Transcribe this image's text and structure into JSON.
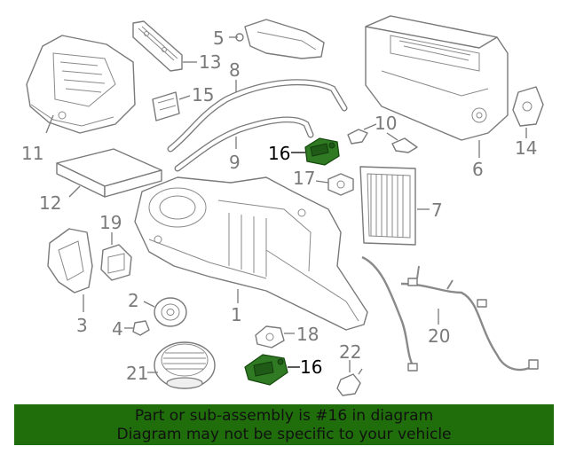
{
  "callouts": {
    "c1": "1",
    "c2": "2",
    "c3": "3",
    "c4": "4",
    "c5": "5",
    "c6": "6",
    "c7": "7",
    "c8": "8",
    "c9": "9",
    "c10": "10",
    "c11": "11",
    "c12": "12",
    "c13": "13",
    "c14": "14",
    "c15": "15",
    "c16a": "16",
    "c16b": "16",
    "c17": "17",
    "c18": "18",
    "c19": "19",
    "c20": "20",
    "c21": "21",
    "c22": "22"
  },
  "highlight": {
    "part_number": "16",
    "color": "#2f7a22"
  },
  "banner": {
    "line1": "Part or sub-assembly is #16 in diagram",
    "line2": "Diagram may not be specific to your vehicle",
    "background": "#1f6e0b"
  }
}
